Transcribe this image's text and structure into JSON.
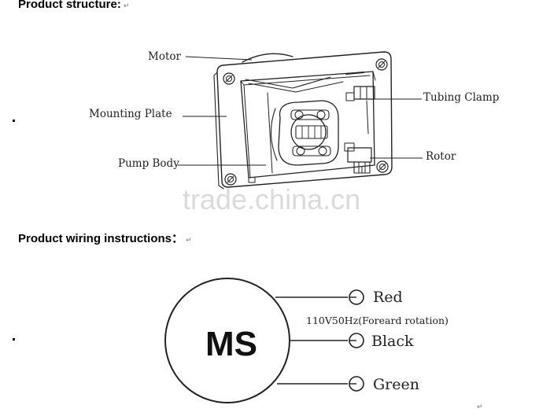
{
  "headings": {
    "structure": "Product structure:",
    "wiring": "Product wiring instructions："
  },
  "structure_labels": {
    "motor": "Motor",
    "mounting_plate": "Mounting Plate",
    "pump_body": "Pump Body",
    "tubing_clamp": "Tubing Clamp",
    "rotor": "Rotor"
  },
  "watermark": "trade.china.cn",
  "wiring": {
    "motor_label": "MS",
    "note": "110V50Hz(Foreard rotation)",
    "wires": [
      {
        "label": "Red"
      },
      {
        "label": "Black"
      },
      {
        "label": "Green"
      }
    ]
  },
  "marks": {
    "paragraph": "↵"
  }
}
